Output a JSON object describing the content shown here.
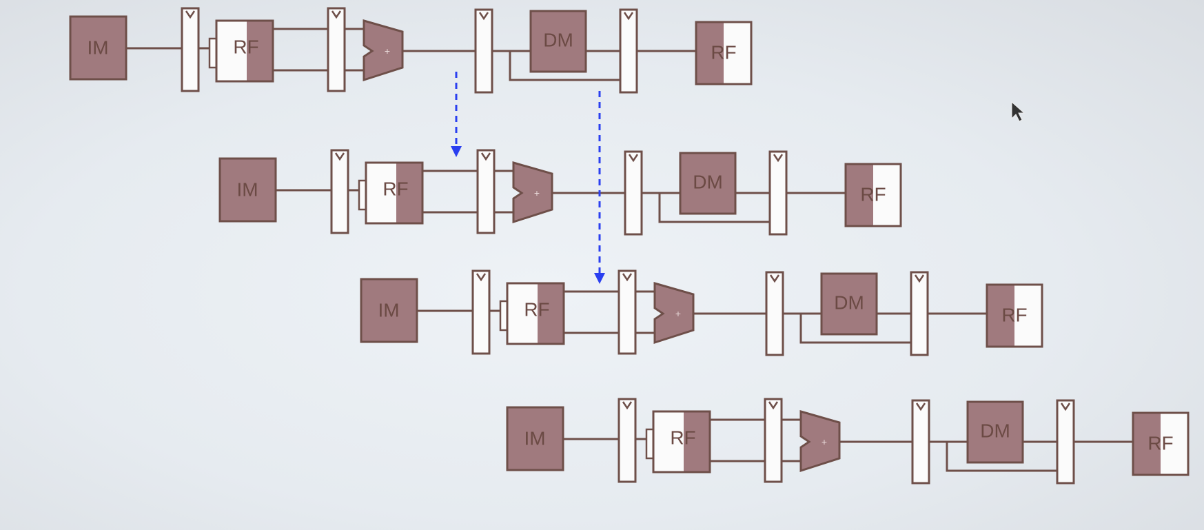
{
  "diagram": {
    "stages": [
      {
        "im": "IM",
        "rf_read": "RF",
        "alu": "+",
        "dm": "DM",
        "rf_write": "RF"
      },
      {
        "im": "IM",
        "rf_read": "RF",
        "alu": "+",
        "dm": "DM",
        "rf_write": "RF"
      },
      {
        "im": "IM",
        "rf_read": "RF",
        "alu": "+",
        "dm": "DM",
        "rf_write": "RF"
      },
      {
        "im": "IM",
        "rf_read": "RF",
        "alu": "+",
        "dm": "DM",
        "rf_write": "RF"
      }
    ],
    "forwarding_arrows": [
      {
        "from_row": 0,
        "to_row": 1,
        "style": "dashed",
        "color": "#2a3ff0"
      },
      {
        "from_row": 0,
        "to_row": 2,
        "style": "dashed",
        "color": "#2a3ff0"
      }
    ],
    "colors": {
      "block_fill": "#a07a7e",
      "block_stroke": "#6e4f49",
      "wire": "#6e4f49",
      "register_fill": "#fbfbfb",
      "arrow": "#2a3ff0"
    }
  }
}
